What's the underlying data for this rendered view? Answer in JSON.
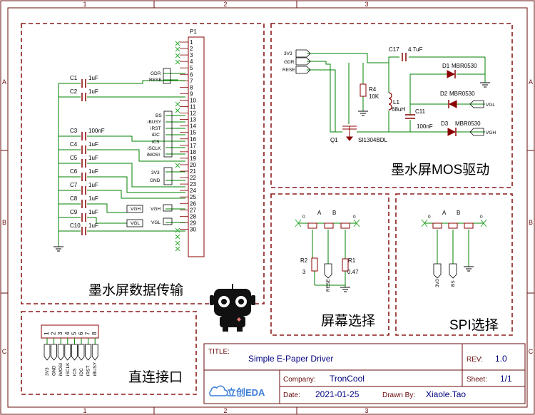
{
  "frame": {
    "cols": [
      "1",
      "2",
      "3"
    ],
    "rows": [
      "A",
      "B",
      "C"
    ]
  },
  "sections": {
    "data": "墨水屏数据传输",
    "mos": "墨水屏MOS驱动",
    "screen": "屏幕选择",
    "spi": "SPI选择",
    "direct": "直连接口"
  },
  "connector_p1": {
    "ref": "P1",
    "pins": [
      "1",
      "2",
      "3",
      "4",
      "5",
      "6",
      "7",
      "8",
      "9",
      "10",
      "11",
      "12",
      "13",
      "14",
      "15",
      "16",
      "17",
      "18",
      "19",
      "20",
      "21",
      "22",
      "23",
      "24",
      "25",
      "26",
      "27",
      "28",
      "29",
      "30"
    ]
  },
  "data_caps": [
    {
      "ref": "C1",
      "value": "1uF"
    },
    {
      "ref": "C2",
      "value": "1uF"
    },
    {
      "ref": "C3",
      "value": "100nF"
    },
    {
      "ref": "C4",
      "value": "1uF"
    },
    {
      "ref": "C5",
      "value": "1uF"
    },
    {
      "ref": "C6",
      "value": "1uF"
    },
    {
      "ref": "C7",
      "value": "1uF"
    },
    {
      "ref": "C8",
      "value": "1uF"
    },
    {
      "ref": "C9",
      "value": "1uF"
    },
    {
      "ref": "C10",
      "value": "1uF"
    }
  ],
  "net_labels": {
    "gdr": "GDR",
    "rese": "RESE",
    "bs": "BS",
    "ibusy": "iBUSY",
    "irst": "iRST",
    "idc": "iDC",
    "ics": "iCS",
    "isclk": "iSCLK",
    "imosi": "iMOSI",
    "v3v3": "3V3",
    "gnd": "GND",
    "vgh": "VGH",
    "vgl": "VGL"
  },
  "mos": {
    "c17": "C17",
    "c17_val": "4.7uF",
    "d1": "D1",
    "d1_val": "MBR0530",
    "d2": "D2",
    "d2_val": "MBR0530",
    "d3": "D3",
    "d3_val": "MBR0530",
    "r4": "R4",
    "r4_val": "10K",
    "l1": "L1",
    "l1_val": "68uH",
    "c11": "C11",
    "c11_val": "100nF",
    "q1": "Q1",
    "q1_val": "SI1304BDL"
  },
  "screen_select": {
    "a": "A",
    "b": "B",
    "zero": "0",
    "r2": "R2",
    "r2_val": "3",
    "r1": "R1",
    "r1_val": "0.47",
    "rese": "RESE"
  },
  "spi_select": {
    "a": "A",
    "b": "B",
    "zero": "0",
    "n1": "3V3",
    "n2": "BS"
  },
  "direct_header": {
    "pins": [
      "1",
      "2",
      "3",
      "4",
      "5",
      "6",
      "7",
      "8"
    ],
    "nets": [
      "3V3",
      "GND",
      "iMOSI",
      "iSCLK",
      "iCS",
      "iDC",
      "iRST",
      "iBUSY"
    ]
  },
  "title_block": {
    "title_label": "TITLE:",
    "title": "Simple E-Paper Driver",
    "rev_label": "REV:",
    "rev": "1.0",
    "company_label": "Company:",
    "company": "TronCool",
    "sheet_label": "Sheet:",
    "sheet": "1/1",
    "date_label": "Date:",
    "date": "2021-01-25",
    "drawn_label": "Drawn By:",
    "drawn": "Xiaole.Tao",
    "logo": "立创EDA"
  },
  "colors": {
    "border": "#6a0d0d",
    "wire": "#008000",
    "part": "#8b0000",
    "pin_text": "#000080",
    "noconnect": "#33aa33"
  }
}
